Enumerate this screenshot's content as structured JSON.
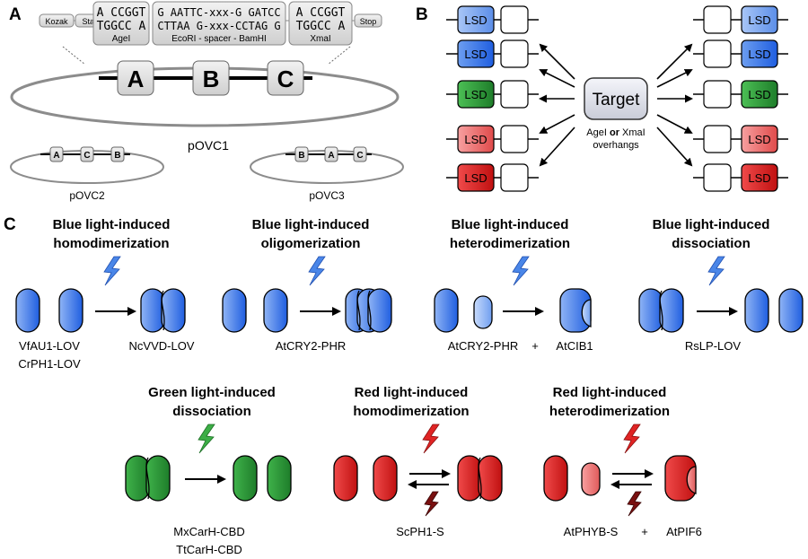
{
  "panels": {
    "a": "A",
    "b": "B",
    "c": "C"
  },
  "panel_a": {
    "flank_left": [
      "Kozak",
      "Start"
    ],
    "flank_right": "Stop",
    "sites": [
      {
        "top": "A CCGGT",
        "bottom": "TGGCC A",
        "name": "AgeI"
      },
      {
        "top": "G AATTC-xxx-G GATCC",
        "bottom": "CTTAA G-xxx-CCTAG G",
        "name": "EcoRI - spacer - BamHI"
      },
      {
        "top": "A CCGGT",
        "bottom": "TGGCC A",
        "name": "XmaI"
      }
    ],
    "modules": [
      "A",
      "B",
      "C"
    ],
    "plasmid_main": "pOVC1",
    "plasmid_2": {
      "name": "pOVC2",
      "modules": [
        "A",
        "C",
        "B"
      ]
    },
    "plasmid_3": {
      "name": "pOVC3",
      "modules": [
        "B",
        "A",
        "C"
      ]
    }
  },
  "panel_b": {
    "target": "Target",
    "caption_line1_a": "AgeI",
    "caption_line1_or": "or",
    "caption_line1_b": "XmaI",
    "caption_line2": "overhangs",
    "domain_label": "LSD",
    "colors": [
      "#4a86e8",
      "#2f6fdc",
      "#2e9e3a",
      "#e55050",
      "#d42020"
    ]
  },
  "panel_c": {
    "modes": [
      {
        "title1": "Blue light-induced",
        "title2": "homodimerization",
        "labels": [
          "VfAU1-LOV",
          "CrPH1-LOV",
          "NcVVD-LOV"
        ]
      },
      {
        "title1": "Blue light-induced",
        "title2": "oligomerization",
        "labels": [
          "AtCRY2-PHR"
        ]
      },
      {
        "title1": "Blue light-induced",
        "title2": "heterodimerization",
        "labels": [
          "AtCRY2-PHR",
          "+",
          "AtCIB1"
        ]
      },
      {
        "title1": "Blue light-induced",
        "title2": "dissociation",
        "labels": [
          "RsLP-LOV"
        ]
      },
      {
        "title1": "Green light-induced",
        "title2": "dissociation",
        "labels": [
          "MxCarH-CBD",
          "TtCarH-CBD"
        ]
      },
      {
        "title1": "Red light-induced",
        "title2": "homodimerization",
        "labels": [
          "ScPH1-S"
        ]
      },
      {
        "title1": "Red light-induced",
        "title2": "heterodimerization",
        "labels": [
          "AtPHYB-S",
          "+",
          "AtPIF6"
        ]
      }
    ],
    "colors": {
      "blue": "#2f6fe0",
      "green": "#2e9e3a",
      "red": "#dc1f1f",
      "dark_red": "#7a1010"
    }
  }
}
